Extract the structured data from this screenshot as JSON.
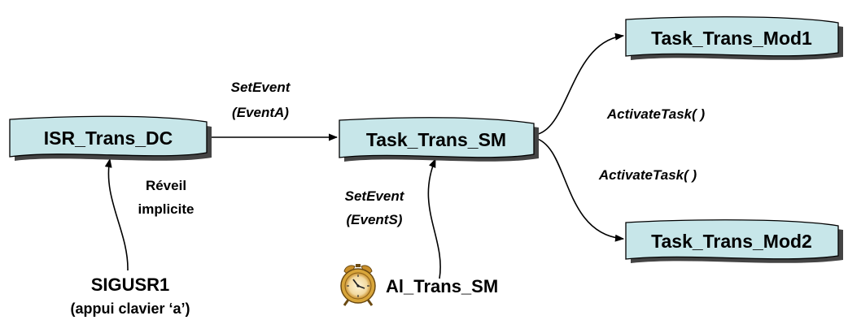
{
  "colors": {
    "node_fill": "#c7e6e9",
    "node_stroke": "#000000",
    "node_shadow": "#444444",
    "edge": "#000000",
    "text": "#000000",
    "clock_body": "#d8a53a"
  },
  "nodes": {
    "isr_trans_dc": {
      "label": "ISR_Trans_DC"
    },
    "task_trans_sm": {
      "label": "Task_Trans_SM"
    },
    "task_trans_mod1": {
      "label": "Task_Trans_Mod1"
    },
    "task_trans_mod2": {
      "label": "Task_Trans_Mod2"
    }
  },
  "sources": {
    "sigusr1": {
      "label": "SIGUSR1",
      "sublabel": "(appui clavier ‘a’)"
    },
    "al_trans_sm": {
      "label": "Al_Trans_SM",
      "icon": "alarm-clock-icon"
    }
  },
  "edges": {
    "isr_to_sm": {
      "line1": "SetEvent",
      "line2": "(EventA)"
    },
    "sigusr1_to_isr": {
      "line1": "Réveil",
      "line2": "implicite"
    },
    "alarm_to_sm": {
      "line1": "SetEvent",
      "line2": "(EventS)"
    },
    "sm_to_mod1": {
      "label": "ActivateTask( )"
    },
    "sm_to_mod2": {
      "label": "ActivateTask( )"
    }
  }
}
